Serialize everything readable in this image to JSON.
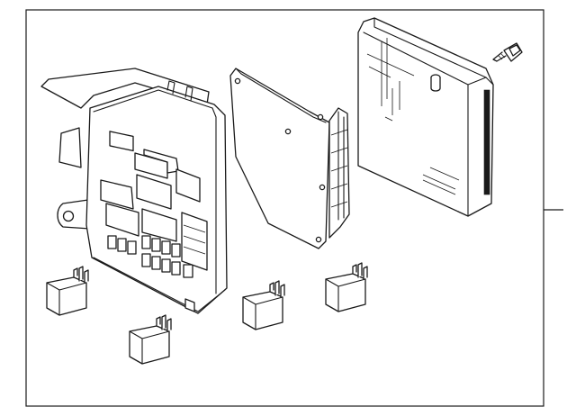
{
  "diagram": {
    "frame_color": "#1a1a1a",
    "background_color": "#ffffff",
    "parts": [
      {
        "id": "fuse-junction-box",
        "icon": "junction-box-icon"
      },
      {
        "id": "mounting-bracket-plate",
        "icon": "bracket-plate-icon"
      },
      {
        "id": "control-module",
        "icon": "control-module-icon"
      },
      {
        "id": "mounting-screw",
        "icon": "screw-icon"
      },
      {
        "id": "relay",
        "icon": "relay-icon",
        "count": 4
      }
    ]
  }
}
